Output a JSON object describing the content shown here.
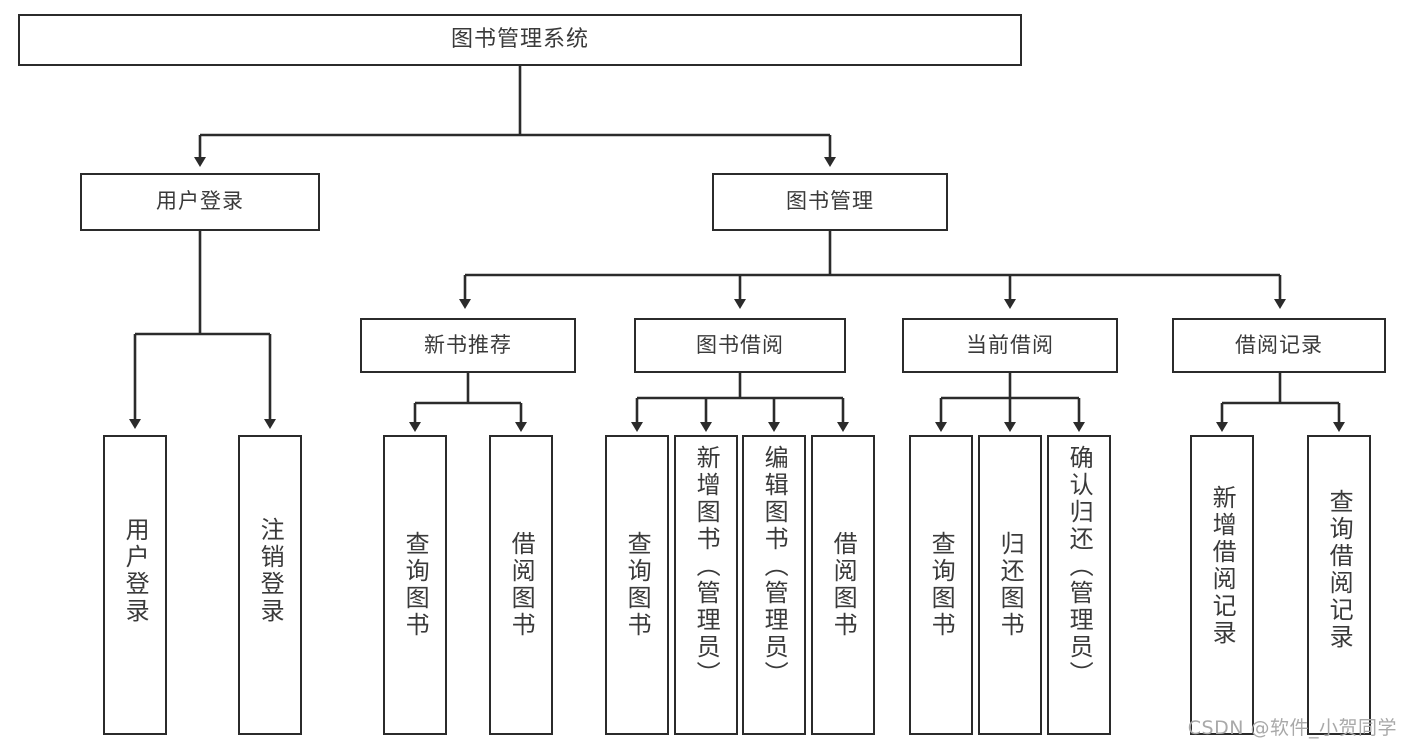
{
  "diagram": {
    "title": "图书管理系统",
    "type": "tree-hierarchy",
    "watermark": "CSDN @软件_小贺同学",
    "colors": {
      "background": "#ffffff",
      "box_border": "#2b2b2b",
      "box_fill": "#ffffff",
      "text": "#3a3a3a",
      "edge": "#2b2b2b",
      "watermark": "#a9a9a9"
    },
    "root": {
      "label": "图书管理系统"
    },
    "level2": [
      {
        "label": "用户登录"
      },
      {
        "label": "图书管理"
      }
    ],
    "level3": [
      {
        "label": "新书推荐"
      },
      {
        "label": "图书借阅"
      },
      {
        "label": "当前借阅"
      },
      {
        "label": "借阅记录"
      }
    ],
    "leaves": {
      "user_login": [
        {
          "label": "用户登录"
        },
        {
          "label": "注销登录"
        }
      ],
      "new_book_rec": [
        {
          "label": "查询图书"
        },
        {
          "label": "借阅图书"
        }
      ],
      "book_borrow": [
        {
          "label": "查询图书"
        },
        {
          "label": "新增图书（管理员）"
        },
        {
          "label": "编辑图书（管理员）"
        },
        {
          "label": "借阅图书"
        }
      ],
      "current_borrow": [
        {
          "label": "查询图书"
        },
        {
          "label": "归还图书"
        },
        {
          "label": "确认归还（管理员）"
        }
      ],
      "borrow_record": [
        {
          "label": "新增借阅记录"
        },
        {
          "label": "查询借阅记录"
        }
      ]
    }
  }
}
